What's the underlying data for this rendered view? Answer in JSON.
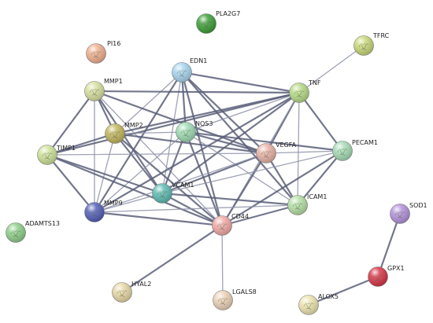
{
  "network": {
    "nodes": [
      {
        "id": "PLA2G7",
        "label": "PLA2G7",
        "color": "#3f9f3a"
      },
      {
        "id": "PI16",
        "label": "PI16",
        "color": "#f0b090"
      },
      {
        "id": "TFRC",
        "label": "TFRC",
        "color": "#c9d87a"
      },
      {
        "id": "EDN1",
        "label": "EDN1",
        "color": "#a9d6f0"
      },
      {
        "id": "MMP1",
        "label": "MMP1",
        "color": "#d8e0a0"
      },
      {
        "id": "TNF",
        "label": "TNF",
        "color": "#b6db86"
      },
      {
        "id": "MMP2",
        "label": "MMP2",
        "color": "#c2b65e"
      },
      {
        "id": "NOS3",
        "label": "NOS3",
        "color": "#9fdcb4"
      },
      {
        "id": "TIMP1",
        "label": "TIMP1",
        "color": "#cfe29a"
      },
      {
        "id": "VEGFA",
        "label": "VEGFA",
        "color": "#e8b4a6"
      },
      {
        "id": "PECAM1",
        "label": "PECAM1",
        "color": "#a8dcb8"
      },
      {
        "id": "VCAM1",
        "label": "VCAM1",
        "color": "#5fbcb4"
      },
      {
        "id": "ICAM1",
        "label": "ICAM1",
        "color": "#b6e0a6"
      },
      {
        "id": "MMP9",
        "label": "MMP9",
        "color": "#5560b8"
      },
      {
        "id": "CD44",
        "label": "CD44",
        "color": "#f2aaa6"
      },
      {
        "id": "SOD1",
        "label": "SOD1",
        "color": "#b493dc"
      },
      {
        "id": "ADAMTS13",
        "label": "ADAMTS13",
        "color": "#8fcf8a"
      },
      {
        "id": "GPX1",
        "label": "GPX1",
        "color": "#d8384a"
      },
      {
        "id": "HYAL2",
        "label": "HYAL2",
        "color": "#e8d8a6"
      },
      {
        "id": "LGALS8",
        "label": "LGALS8",
        "color": "#eed2b8"
      },
      {
        "id": "ALOX5",
        "label": "ALOX5",
        "color": "#ece4b0"
      }
    ],
    "edges": [
      [
        "EDN1",
        "TNF"
      ],
      [
        "EDN1",
        "VEGFA"
      ],
      [
        "EDN1",
        "MMP2"
      ],
      [
        "EDN1",
        "NOS3"
      ],
      [
        "EDN1",
        "MMP9"
      ],
      [
        "EDN1",
        "VCAM1"
      ],
      [
        "EDN1",
        "ICAM1"
      ],
      [
        "EDN1",
        "CD44"
      ],
      [
        "TFRC",
        "TNF"
      ],
      [
        "MMP1",
        "MMP2"
      ],
      [
        "MMP1",
        "TIMP1"
      ],
      [
        "MMP1",
        "MMP9"
      ],
      [
        "MMP1",
        "TNF"
      ],
      [
        "MMP1",
        "VEGFA"
      ],
      [
        "MMP1",
        "CD44"
      ],
      [
        "MMP1",
        "VCAM1"
      ],
      [
        "TNF",
        "MMP2"
      ],
      [
        "TNF",
        "NOS3"
      ],
      [
        "TNF",
        "VEGFA"
      ],
      [
        "TNF",
        "PECAM1"
      ],
      [
        "TNF",
        "ICAM1"
      ],
      [
        "TNF",
        "VCAM1"
      ],
      [
        "TNF",
        "MMP9"
      ],
      [
        "TNF",
        "CD44"
      ],
      [
        "TNF",
        "TIMP1"
      ],
      [
        "MMP2",
        "TIMP1"
      ],
      [
        "MMP2",
        "MMP9"
      ],
      [
        "MMP2",
        "VEGFA"
      ],
      [
        "MMP2",
        "CD44"
      ],
      [
        "MMP2",
        "NOS3"
      ],
      [
        "MMP2",
        "VCAM1"
      ],
      [
        "NOS3",
        "VEGFA"
      ],
      [
        "NOS3",
        "ICAM1"
      ],
      [
        "NOS3",
        "VCAM1"
      ],
      [
        "NOS3",
        "CD44"
      ],
      [
        "NOS3",
        "MMP9"
      ],
      [
        "NOS3",
        "PECAM1"
      ],
      [
        "TIMP1",
        "MMP9"
      ],
      [
        "TIMP1",
        "VEGFA"
      ],
      [
        "TIMP1",
        "CD44"
      ],
      [
        "TIMP1",
        "VCAM1"
      ],
      [
        "VEGFA",
        "PECAM1"
      ],
      [
        "VEGFA",
        "VCAM1"
      ],
      [
        "VEGFA",
        "ICAM1"
      ],
      [
        "VEGFA",
        "MMP9"
      ],
      [
        "VEGFA",
        "CD44"
      ],
      [
        "PECAM1",
        "ICAM1"
      ],
      [
        "PECAM1",
        "VCAM1"
      ],
      [
        "PECAM1",
        "CD44"
      ],
      [
        "VCAM1",
        "ICAM1"
      ],
      [
        "VCAM1",
        "MMP9"
      ],
      [
        "VCAM1",
        "CD44"
      ],
      [
        "ICAM1",
        "CD44"
      ],
      [
        "ICAM1",
        "MMP9"
      ],
      [
        "MMP9",
        "CD44"
      ],
      [
        "CD44",
        "HYAL2"
      ],
      [
        "CD44",
        "LGALS8"
      ],
      [
        "SOD1",
        "GPX1"
      ],
      [
        "GPX1",
        "ALOX5"
      ]
    ]
  }
}
